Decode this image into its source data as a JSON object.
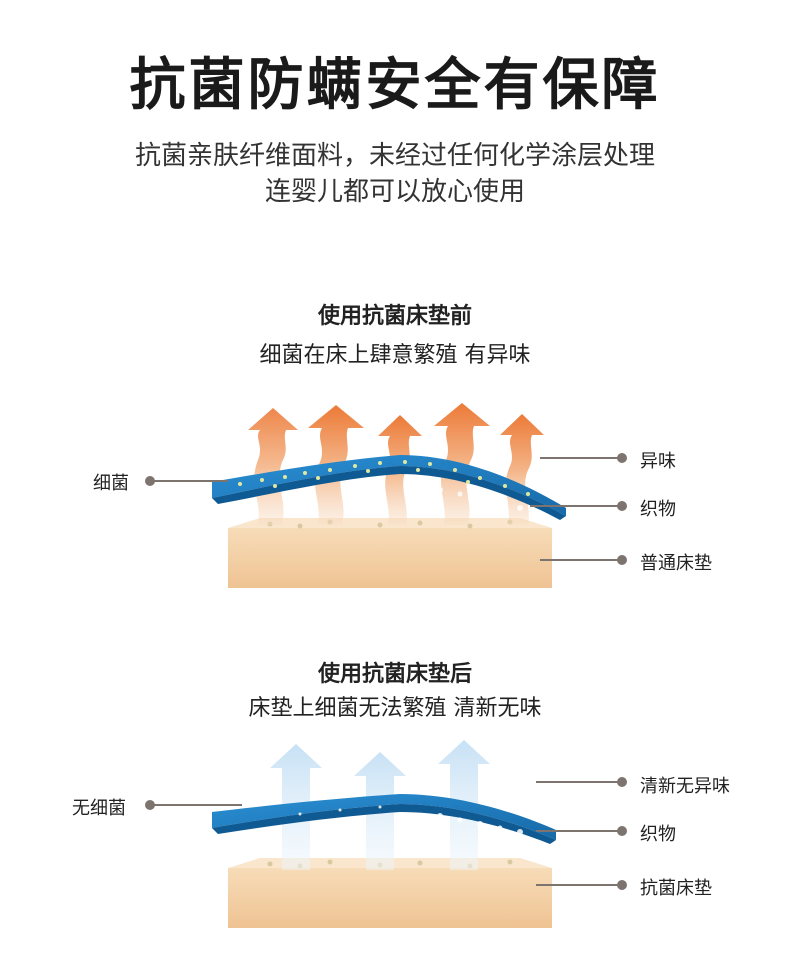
{
  "header": {
    "title": "抗菌防螨安全有保障",
    "subtitle_line1": "抗菌亲肤纤维面料，未经过任何化学涂层处理",
    "subtitle_line2": "连婴儿都可以放心使用"
  },
  "before": {
    "heading": "使用抗菌床垫前",
    "subheading": "细菌在床上肆意繁殖 有异味",
    "labels": {
      "bacteria": "细菌",
      "odor": "异味",
      "fabric": "织物",
      "mattress": "普通床垫"
    }
  },
  "after": {
    "heading": "使用抗菌床垫后",
    "subheading": "床垫上细菌无法繁殖 清新无味",
    "labels": {
      "bacteria": "无细菌",
      "odor": "清新无异味",
      "fabric": "织物",
      "mattress": "抗菌床垫"
    }
  },
  "colors": {
    "fabric_blue": "#1f7fc4",
    "mattress_tan": "#f2c89a",
    "arrow_orange": "#ef8a4a",
    "arrow_blue": "#cfe6f7",
    "leader_gray": "#7d7470"
  }
}
